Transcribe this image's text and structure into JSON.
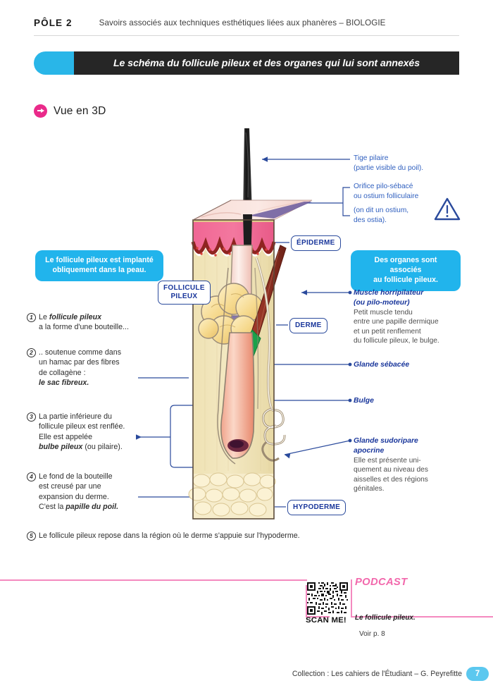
{
  "header": {
    "pole": "PÔLE 2",
    "subtitle": "Savoirs associés aux techniques esthétiques liées aux phanères – BIOLOGIE"
  },
  "title_bar": {
    "title": "Le schéma du follicule pileux et des organes qui lui sont annexés",
    "accent_color": "#29b6e8",
    "bar_color": "#262626"
  },
  "section": {
    "heading": "Vue en 3D",
    "arrow_icon": "arrow-right-circle-icon",
    "arrow_color": "#ea2a8a"
  },
  "infoboxes": {
    "left": "Le follicule pileux est implanté\nobliquement dans la peau.",
    "right": "Des organes sont associés\nau follicule pileux.",
    "color": "#21b4ec"
  },
  "callouts": {
    "epiderme": "ÉPIDERME",
    "follicule": "FOLLICULE\nPILEUX",
    "derme": "DERME",
    "hypoderme": "HYPODERME",
    "border_color": "#2a4a9c",
    "text_color": "#19369b"
  },
  "numbered_list": [
    {
      "n": "1",
      "lead": "Le ",
      "bold": "follicule pileux",
      "rest": "\na la forme d'une bouteille..."
    },
    {
      "n": "2",
      "lead": ".. soutenue comme dans\nun hamac par des fibres\nde collagène :\n",
      "bold": "le sac fibreux.",
      "rest": ""
    },
    {
      "n": "3",
      "lead": "La partie inférieure du\nfollicule pileux est renflée.\nElle est appelée\n",
      "bold": "bulbe pileux",
      "rest": " (ou pilaire)."
    },
    {
      "n": "4",
      "lead": "Le fond de la bouteille\nest creusé par une\nexpansion du derme.\nC'est la ",
      "bold": "papille du poil.",
      "rest": ""
    }
  ],
  "item5": {
    "n": "5",
    "text": "Le follicule pileux repose dans la région où le derme s'appuie sur l'hypoderme."
  },
  "annotations": {
    "tige": "Tige pilaire\n(partie visible du poil).",
    "orifice_line1": "Orifice pilo-sébacé\nou ostium folliculaire",
    "orifice_line2": "(on dit un ostium,\ndes ostia).",
    "muscle_title": "Muscle horripilateur\n(ou pilo-moteur)",
    "muscle_body": "Petit muscle tendu\nentre une papille dermique\net un petit renflement\ndu follicule pileux, le bulge.",
    "sebacee_title": "Glande sébacée",
    "bulge_title": "Bulge",
    "sudoripare_title": "Glande sudoripare\napocrine",
    "sudoripare_body": "Elle est présente uni-\nquement au niveau des\naisselles et des régions\ngénitales.",
    "warning_icon": "warning-triangle-icon",
    "line_color": "#2a4a9c"
  },
  "podcast": {
    "title": "PODCAST",
    "subtitle": "Le follicule pileux.",
    "reference": "Voir p. 8",
    "scan_label": "SCAN ME!",
    "qr_icon": "qr-code-icon",
    "accent_color": "#f268ac"
  },
  "footer": {
    "collection": "Collection : Les cahiers de l'Étudiant – G. Peyrefitte",
    "page_number": "7",
    "page_pill_color": "#5cc8ef"
  }
}
